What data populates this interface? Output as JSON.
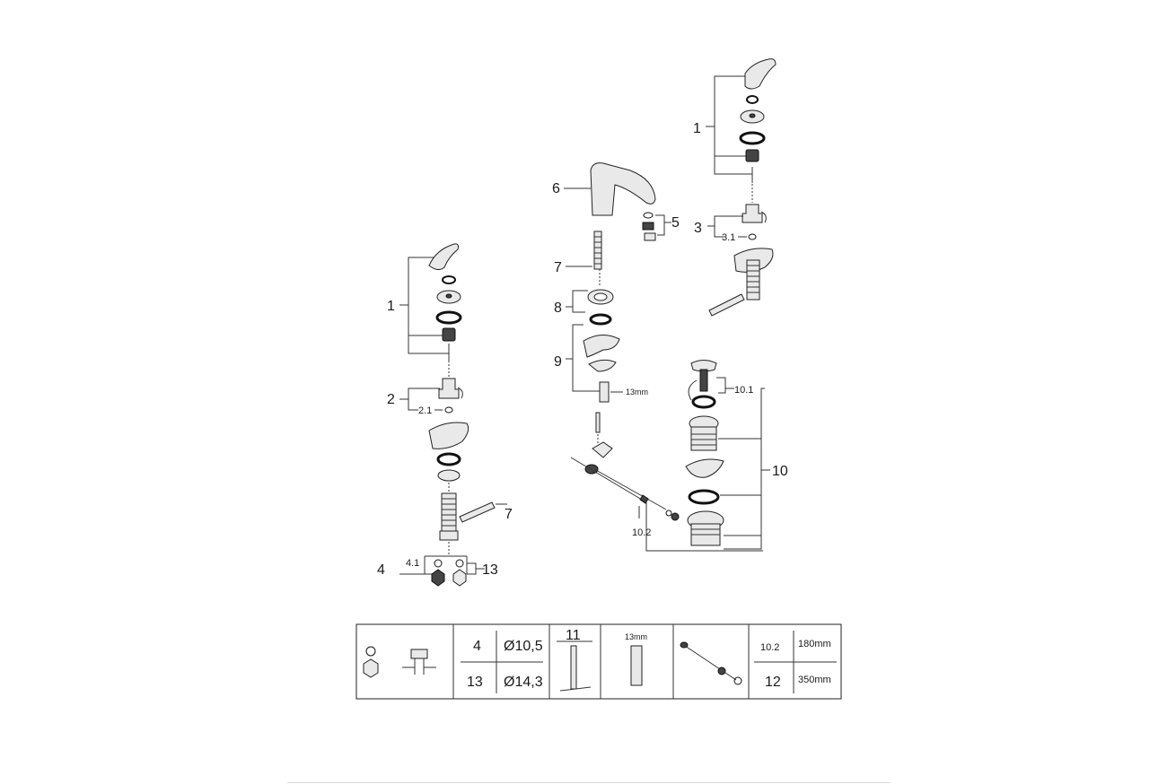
{
  "callouts": {
    "left_1": "1",
    "left_2": "2",
    "left_2_1": "2.1",
    "left_7": "7",
    "left_4": "4",
    "left_4_1": "4.1",
    "left_13": "13",
    "mid_6": "6",
    "mid_5": "5",
    "mid_7": "7",
    "mid_8": "8",
    "mid_9": "9",
    "mid_13mm": "13mm",
    "right_1": "1",
    "right_3": "3",
    "right_3_1": "3.1",
    "waste_10_1": "10.1",
    "waste_10": "10",
    "waste_10_2": "10.2"
  },
  "table": {
    "c2_top_num": "4",
    "c2_top_dim": "Ø10,5",
    "c2_bot_num": "13",
    "c2_bot_dim": "Ø14,3",
    "c3_label": "11",
    "c4_label": "13mm",
    "c6_top_num": "10.2",
    "c6_top_len": "180mm",
    "c6_bot_num": "12",
    "c6_bot_len": "350mm"
  },
  "colors": {
    "line": "#333333",
    "part_fill": "#e9e9e9",
    "dark_fill": "#444444",
    "background": "#ffffff"
  }
}
